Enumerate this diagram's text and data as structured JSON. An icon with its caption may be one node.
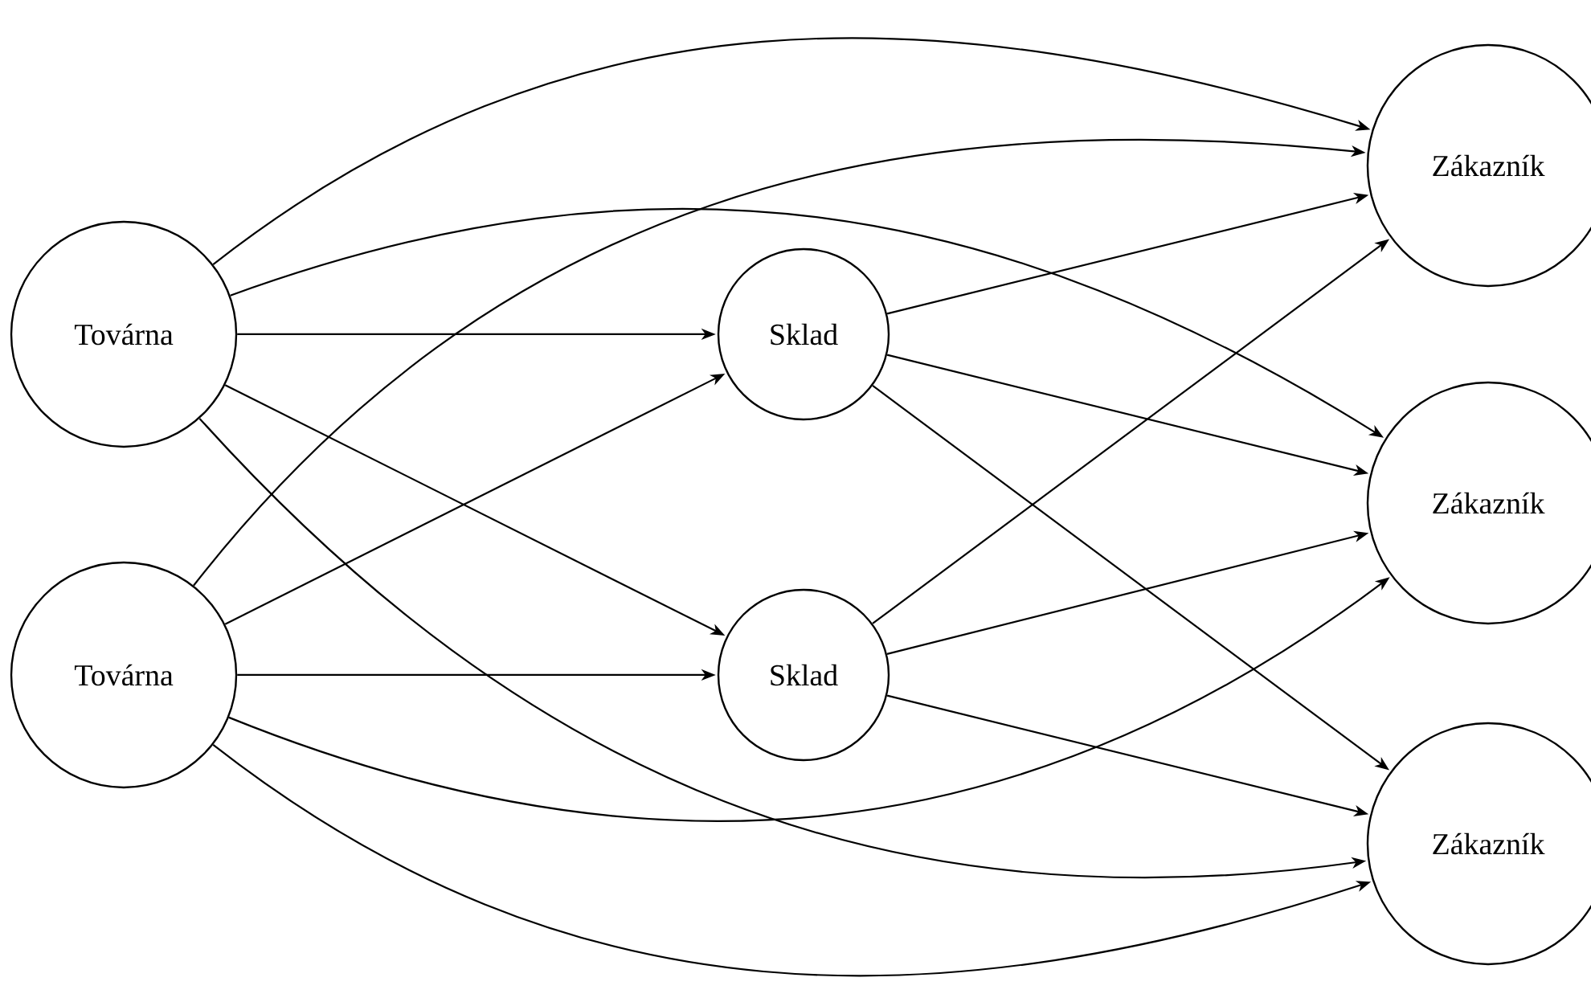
{
  "diagram": {
    "nodes": [
      {
        "text": [
          "Továrna"
        ]
      },
      {
        "text": [
          "Továrna"
        ]
      },
      {
        "text": [
          "Sklad"
        ]
      },
      {
        "text": [
          "Sklad"
        ]
      },
      {
        "text": [
          "Zákazník"
        ]
      },
      {
        "text": [
          "Zákazník"
        ]
      },
      {
        "text": [
          "Zákazník"
        ]
      }
    ],
    "edges": [
      {
        "from": 0,
        "to": 4,
        "arrow": "to"
      },
      {
        "from": 0,
        "to": 2,
        "arrow": "to"
      },
      {
        "from": 0,
        "to": 3,
        "arrow": "to"
      },
      {
        "from": 0,
        "to": 5,
        "arrow": "to"
      },
      {
        "from": 0,
        "to": 6,
        "arrow": "to"
      },
      {
        "from": 1,
        "to": 4,
        "arrow": "to"
      },
      {
        "from": 1,
        "to": 2,
        "arrow": "to"
      },
      {
        "from": 1,
        "to": 3,
        "arrow": "to"
      },
      {
        "from": 1,
        "to": 5,
        "arrow": "to"
      },
      {
        "from": 1,
        "to": 6,
        "arrow": "to"
      },
      {
        "from": 2,
        "to": 4,
        "arrow": "to"
      },
      {
        "from": 2,
        "to": 5,
        "arrow": "to"
      },
      {
        "from": 2,
        "to": 6,
        "arrow": "to"
      },
      {
        "from": 3,
        "to": 4,
        "arrow": "to"
      },
      {
        "from": 3,
        "to": 5,
        "arrow": "to"
      },
      {
        "from": 3,
        "to": 6,
        "arrow": "to"
      }
    ]
  }
}
